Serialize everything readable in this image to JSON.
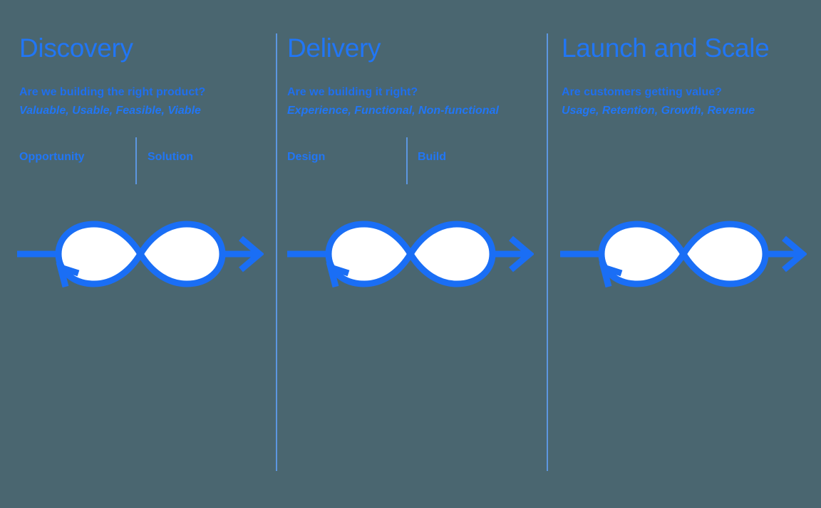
{
  "canvas": {
    "background_color": "#4a6670",
    "accent_color": "#2176f5",
    "divider_color": "#5c96e0",
    "loop_fill_color": "#ffffff"
  },
  "columns": [
    {
      "title": "Discovery",
      "question": "Are we building the right product?",
      "attributes": "Valuable, Usable, Feasible, Viable",
      "substages": {
        "left": "Opportunity",
        "right": "Solution"
      },
      "loop_icon": "infinity-loop-arrow-icon"
    },
    {
      "title": "Delivery",
      "question": "Are we building it right?",
      "attributes": "Experience, Functional, Non-functional",
      "substages": {
        "left": "Design",
        "right": "Build"
      },
      "loop_icon": "infinity-loop-arrow-icon"
    },
    {
      "title": "Launch and Scale",
      "question": "Are customers getting value?",
      "attributes": "Usage, Retention, Growth, Revenue",
      "substages": null,
      "loop_icon": "infinity-loop-arrow-icon"
    }
  ]
}
